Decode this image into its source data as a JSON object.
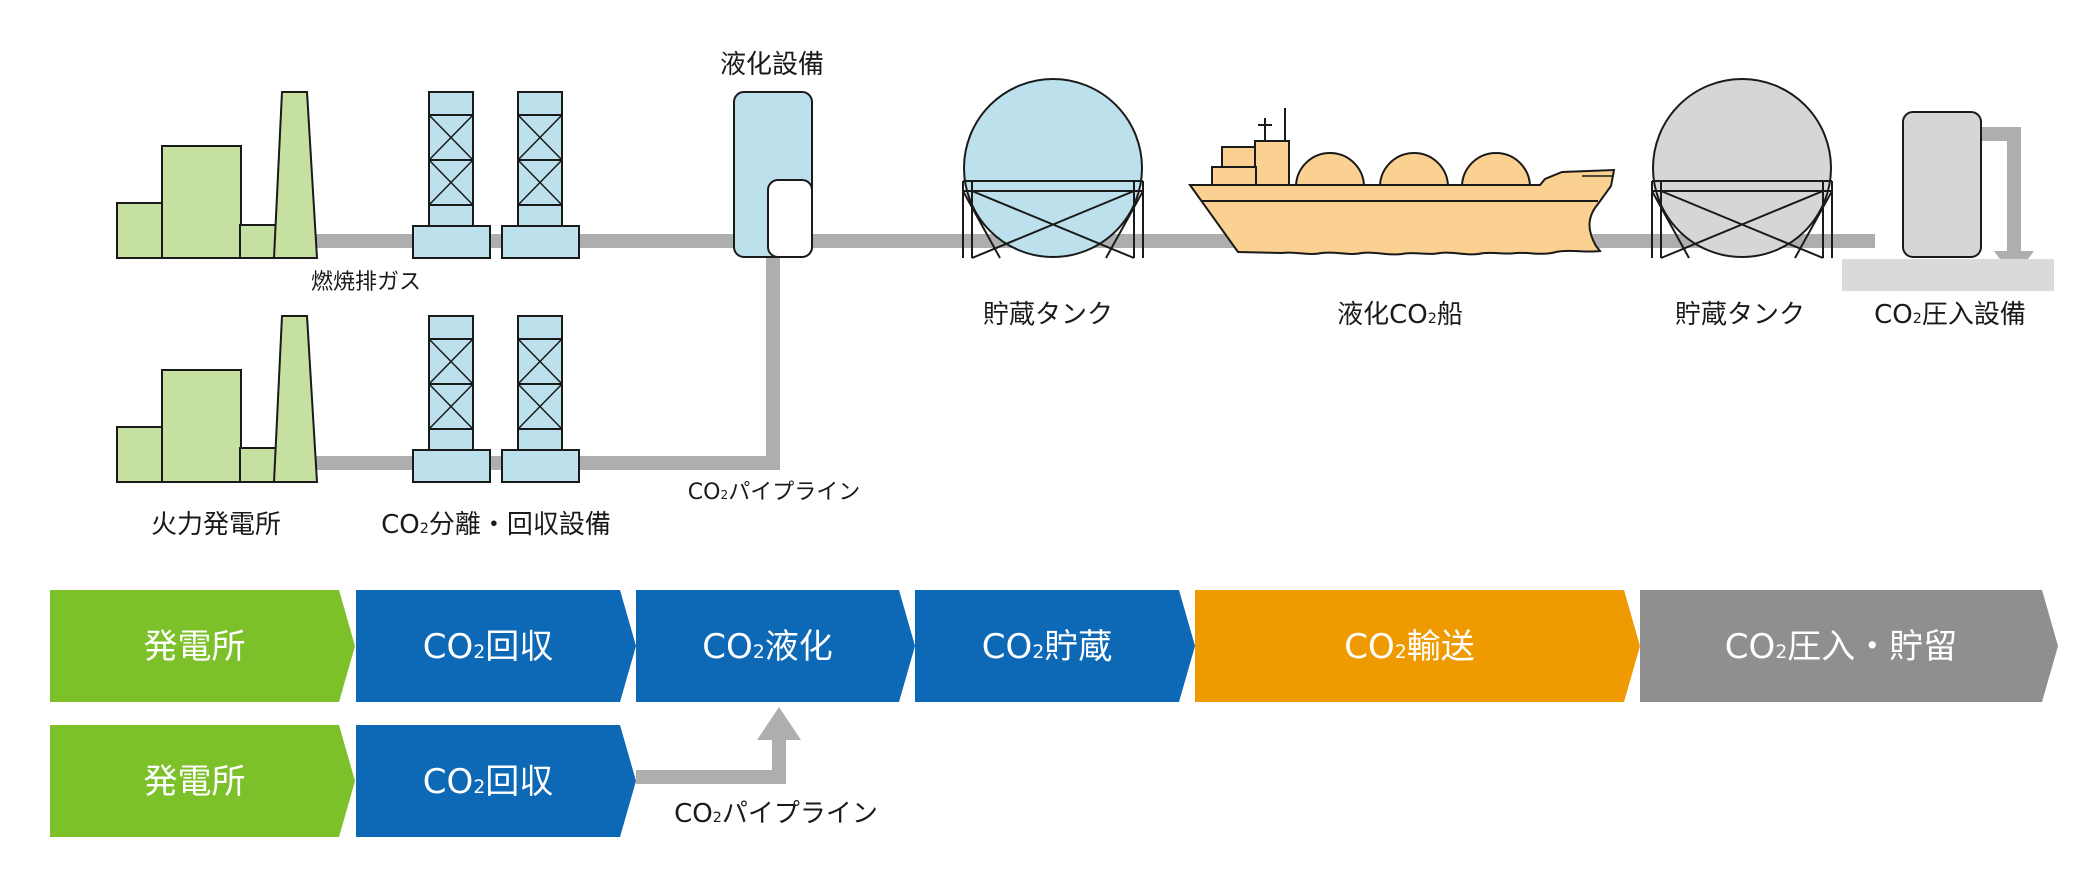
{
  "labels": {
    "liquefaction_facility": "液化設備",
    "combustion_exhaust": "燃焼排ガス",
    "storage_tank_1": "貯蔵タンク",
    "co2_ship_prefix": "液化CO",
    "co2_ship_suffix": "船",
    "storage_tank_2": "貯蔵タンク",
    "injection_facility_prefix": "CO",
    "injection_facility_suffix": "圧入設備",
    "pipeline_prefix": "CO",
    "pipeline_suffix": "パイプライン",
    "power_plant": "火力発電所",
    "capture_facility_prefix": "CO",
    "capture_facility_suffix": "分離・回収設備",
    "subscript_2": "2"
  },
  "flow": {
    "row1": [
      {
        "prefix": "",
        "suffix": "発電所",
        "color": "#7dc12a"
      },
      {
        "prefix": "CO",
        "suffix": "回収",
        "color": "#0d68b6"
      },
      {
        "prefix": "CO",
        "suffix": "液化",
        "color": "#0d68b6"
      },
      {
        "prefix": "CO",
        "suffix": "貯蔵",
        "color": "#0d68b6"
      },
      {
        "prefix": "CO",
        "suffix": "輸送",
        "color": "#ef9a00"
      },
      {
        "prefix": "CO",
        "suffix": "圧入・貯留",
        "color": "#8f8f8f"
      }
    ],
    "row2": [
      {
        "prefix": "",
        "suffix": "発電所",
        "color": "#7dc12a"
      },
      {
        "prefix": "CO",
        "suffix": "回収",
        "color": "#0d68b6"
      }
    ],
    "pipeline_prefix": "CO",
    "pipeline_suffix": "パイプライン"
  },
  "colors": {
    "plant_fill": "#c6e0a1",
    "facility_fill": "#bde0ed",
    "ship_fill": "#fad190",
    "gray_tank": "#d6d6d6",
    "pipe": "#aeaeae"
  }
}
